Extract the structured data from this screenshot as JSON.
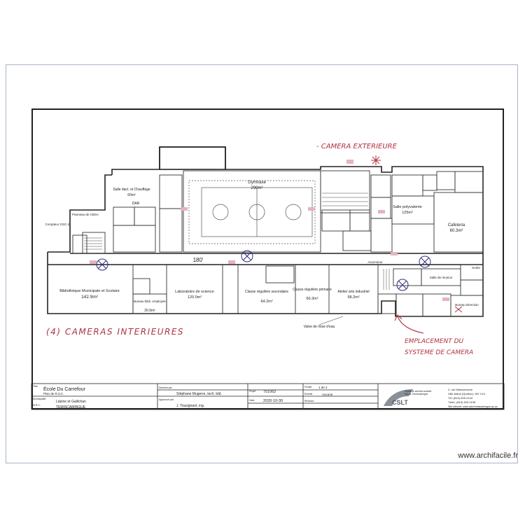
{
  "annotations": {
    "camera_exterieure": "- CAMERA EXTERIEURE",
    "cameras_interieures": "(4) CAMERAS INTERIEURES",
    "emplacement_line1": "EMPLACEMENT DU",
    "emplacement_line2": "SYSTEME DE CAMERA"
  },
  "rooms": {
    "gymnase": "Gymnase",
    "gymnase_area": "290m²",
    "cafeteria": "Cafeteria",
    "cafeteria_area": "60.3m²",
    "salle_poly": "Salle polyvalente",
    "salle_poly_area": "125m²",
    "biblio": "Bibliothèque Municipale et Scolaire",
    "biblio_area": "142.9m²",
    "laboratoire": "Laboratoire de science",
    "laboratoire_area": "120.0m²",
    "classe_sec": "Classe régulière secondaire",
    "classe_sec_area": "64.2m²",
    "classe_prim": "Classe régulière primaire",
    "classe_prim_area": "60.3m²",
    "atelier": "Atelier arts industriel",
    "atelier_area": "58.2m²",
    "bureau_biblio": "Bureau bibli. employée",
    "bureau_biblio_area": "20.9m²",
    "salle_dact": "Salle dact. et Chauffage",
    "salle_dact_area": "60m²",
    "bureau_direction": "Bureau Direction",
    "salle_reunion": "Salle de réunion",
    "corridor_dim": "180'",
    "vanne": "Valve de mise d'eau",
    "dar": "DAR",
    "panneau_cbsa": "Panneau de CBSA",
    "compteur": "Compteur GSC-2",
    "ascenseur": "Ascenseur",
    "sortie": "Sortie"
  },
  "title_block": {
    "label_titre": "Titre",
    "projet": "École Du Carrefour",
    "sous_titre": "Plan de R.d.C.",
    "label_municipalite": "Municipalité",
    "municipalite": "Lépine et Gallichan",
    "label_mrc": "M.R.C.",
    "mrc": "TEMISCAMINGUE",
    "label_dessine": "Dessiné par",
    "dessine": "Stéphane Mugerre, tech. bât.",
    "label_approuve": "Approuvé par",
    "approuve": "J. Tousignant, ing.",
    "label_projet": "Projet",
    "numero": "751062",
    "label_date": "Date",
    "date": "2020-10-30",
    "label_echelle": "Échelle",
    "echelle": "Aucune",
    "label_feuille": "Feuille",
    "feuille": "1 de 2",
    "label_revision": "Révision",
    "logo_text": "CSLT",
    "org_line1": "Centre de services scolaire",
    "org_line2": "du Lac-Témiscamingue",
    "addr1": "2, rue Maisonneuve",
    "addr2": "Ville-Marie (Québec) J9V 1V4",
    "addr3": "Tél: (819) 629-2144",
    "addr4": "Téléc: (819) 629-2196",
    "addr5": "Site internet: www.csleтemiscamingue.qc.ca"
  },
  "watermark": "www.archifacile.fr"
}
